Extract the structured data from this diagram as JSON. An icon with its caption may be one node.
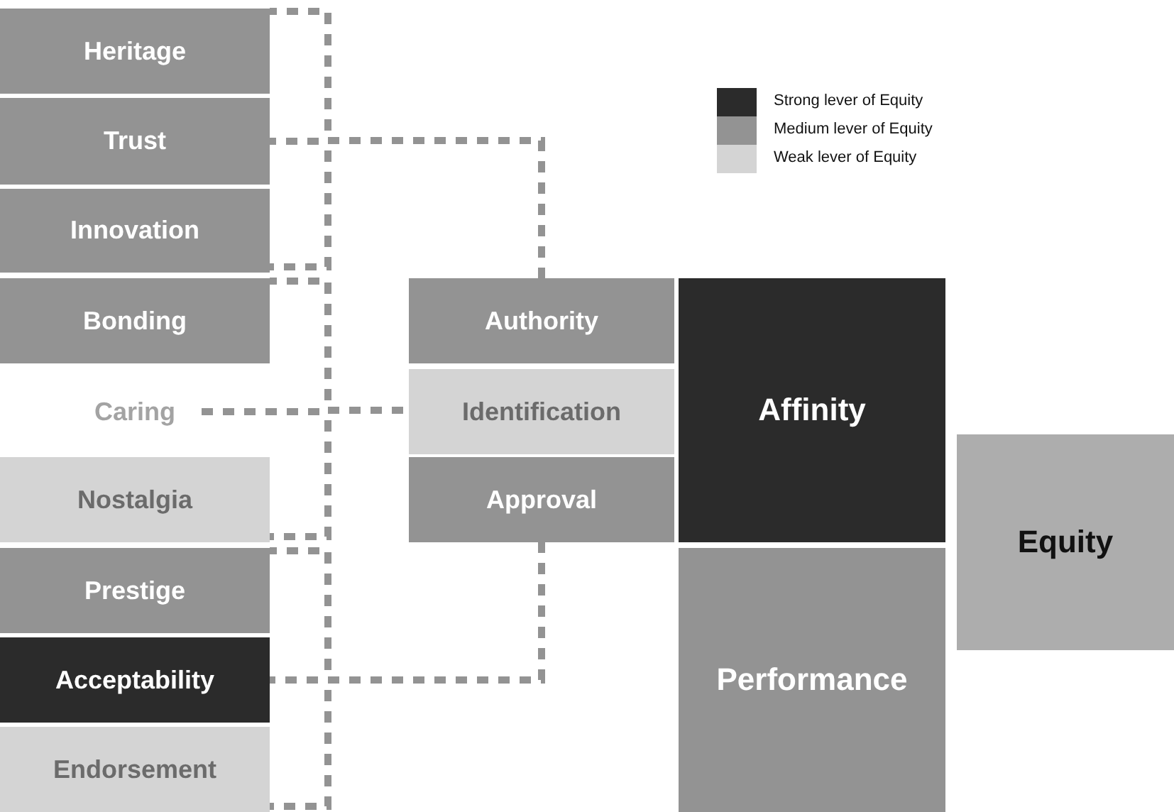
{
  "diagram": {
    "nodes": [
      {
        "text": [
          "Heritage"
        ]
      },
      {
        "text": [
          "Trust"
        ]
      },
      {
        "text": [
          "Innovation"
        ]
      },
      {
        "text": [
          "Bonding"
        ]
      },
      {
        "text": [
          "Caring"
        ]
      },
      {
        "text": [
          "Nostalgia"
        ]
      },
      {
        "text": [
          "Prestige"
        ]
      },
      {
        "text": [
          "Acceptability"
        ]
      },
      {
        "text": [
          "Endorsement"
        ]
      },
      {
        "text": [
          "Authority"
        ]
      },
      {
        "text": [
          "Identification"
        ]
      },
      {
        "text": [
          "Approval"
        ]
      },
      {
        "text": [
          "Affinity"
        ]
      },
      {
        "text": [
          "Performance"
        ]
      },
      {
        "text": [
          "Equity"
        ]
      }
    ],
    "edges": [
      {
        "from": 0,
        "to": 9,
        "arrow": "none",
        "style": "dashed"
      },
      {
        "from": 1,
        "to": 9,
        "arrow": "none",
        "style": "dashed"
      },
      {
        "from": 2,
        "to": 9,
        "arrow": "none",
        "style": "dashed"
      },
      {
        "from": 3,
        "to": 10,
        "arrow": "none",
        "style": "dashed"
      },
      {
        "from": 4,
        "to": 10,
        "arrow": "none",
        "style": "dashed"
      },
      {
        "from": 5,
        "to": 10,
        "arrow": "none",
        "style": "dashed"
      },
      {
        "from": 6,
        "to": 11,
        "arrow": "none",
        "style": "dashed"
      },
      {
        "from": 7,
        "to": 11,
        "arrow": "none",
        "style": "dashed"
      },
      {
        "from": 8,
        "to": 11,
        "arrow": "none",
        "style": "dashed"
      }
    ],
    "legend": [
      {
        "text": "Strong lever of Equity",
        "color": "#2b2b2b"
      },
      {
        "text": "Medium lever of Equity",
        "color": "#939393"
      },
      {
        "text": "Weak lever of Equity",
        "color": "#d4d4d4"
      }
    ]
  }
}
